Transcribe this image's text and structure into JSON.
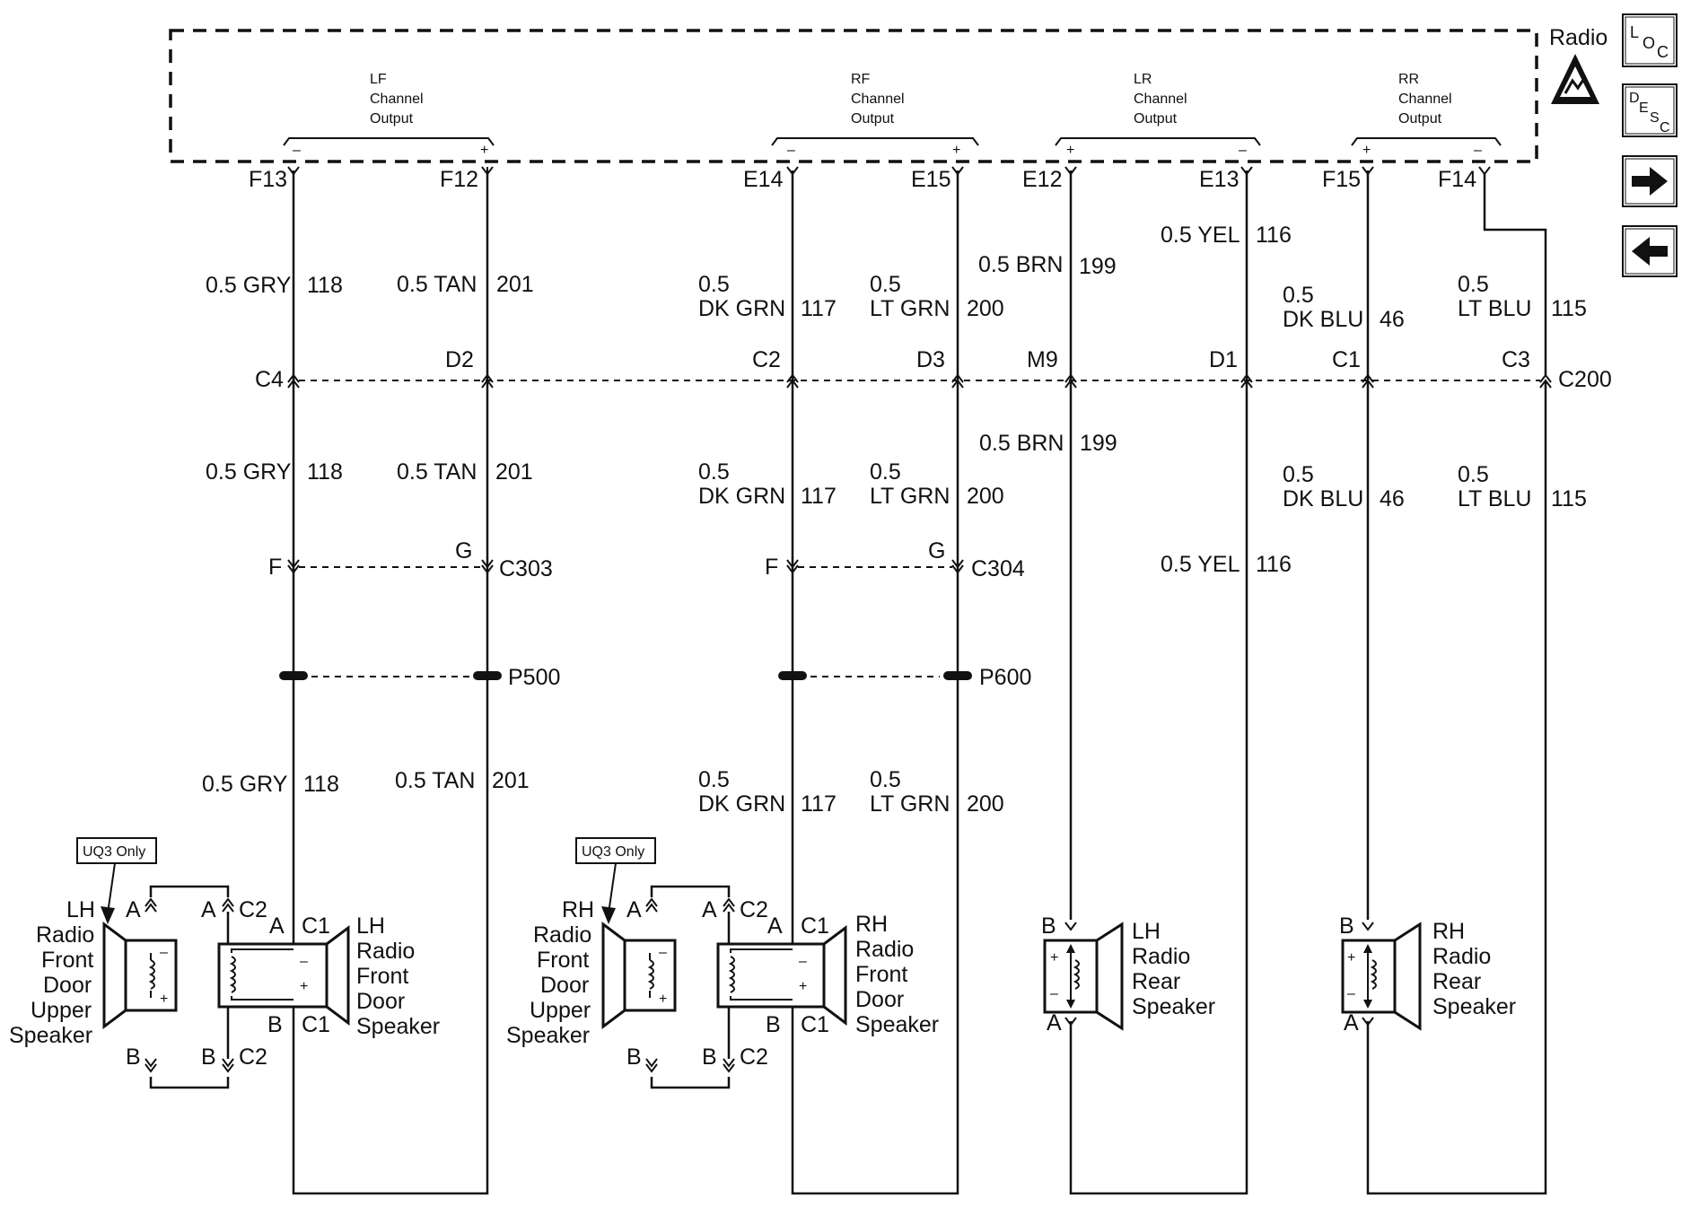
{
  "module": {
    "name": "Radio",
    "channels": [
      {
        "line1": "LF",
        "line2": "Channel",
        "line3": "Output",
        "left_sign": "–",
        "right_sign": "+"
      },
      {
        "line1": "RF",
        "line2": "Channel",
        "line3": "Output",
        "left_sign": "–",
        "right_sign": "+"
      },
      {
        "line1": "LR",
        "line2": "Channel",
        "line3": "Output",
        "left_sign": "+",
        "right_sign": "–"
      },
      {
        "line1": "RR",
        "line2": "Channel",
        "line3": "Output",
        "left_sign": "+",
        "right_sign": "–"
      }
    ]
  },
  "side_buttons": {
    "loc": {
      "a": "L",
      "b": "O",
      "c": "C"
    },
    "desc": {
      "a": "D",
      "b": "E",
      "c": "S",
      "d": "C"
    },
    "next_icon": "arrow-right-icon",
    "prev_icon": "arrow-left-icon",
    "esd_icon": "esd-warning-icon"
  },
  "pins": [
    "F13",
    "F12",
    "E14",
    "E15",
    "E12",
    "E13",
    "F15",
    "F14"
  ],
  "wires_top": [
    {
      "size": "0.5 GRY",
      "circuit": "118"
    },
    {
      "size": "0.5 TAN",
      "circuit": "201"
    },
    {
      "size": "0.5",
      "color": "DK GRN",
      "circuit": "117"
    },
    {
      "size": "0.5",
      "color": "LT GRN",
      "circuit": "200"
    },
    {
      "size": "0.5 BRN",
      "circuit": "199"
    },
    {
      "size": "0.5 YEL",
      "circuit": "116"
    },
    {
      "size": "0.5",
      "color": "DK BLU",
      "circuit": "46"
    },
    {
      "size": "0.5",
      "color": "LT BLU",
      "circuit": "115"
    }
  ],
  "c200": {
    "label": "C200",
    "pins": [
      "C4",
      "D2",
      "C2",
      "D3",
      "M9",
      "D1",
      "C1",
      "C3"
    ]
  },
  "wires_mid": [
    {
      "size": "0.5 GRY",
      "circuit": "118"
    },
    {
      "size": "0.5 TAN",
      "circuit": "201"
    },
    {
      "size": "0.5",
      "color": "DK GRN",
      "circuit": "117"
    },
    {
      "size": "0.5",
      "color": "LT GRN",
      "circuit": "200"
    },
    {
      "size": "0.5 BRN",
      "circuit": "199"
    },
    {
      "size": "0.5 YEL",
      "circuit": "116"
    },
    {
      "size": "0.5",
      "color": "DK BLU",
      "circuit": "46"
    },
    {
      "size": "0.5",
      "color": "LT BLU",
      "circuit": "115"
    }
  ],
  "connectors": {
    "c303": {
      "label": "C303",
      "pin_left": "F",
      "pin_right": "G"
    },
    "c304": {
      "label": "C304",
      "pin_left": "F",
      "pin_right": "G"
    },
    "p500": "P500",
    "p600": "P600"
  },
  "wires_low": [
    {
      "size": "0.5 GRY",
      "circuit": "118"
    },
    {
      "size": "0.5 TAN",
      "circuit": "201"
    },
    {
      "size": "0.5",
      "color": "DK GRN",
      "circuit": "117"
    },
    {
      "size": "0.5",
      "color": "LT GRN",
      "circuit": "200"
    }
  ],
  "option_tag": "UQ3 Only",
  "speaker_pins": {
    "a": "A",
    "b": "B",
    "c1": "C1",
    "c2": "C2",
    "plus": "+",
    "minus": "–"
  },
  "speakers": {
    "lh_upper": [
      "LH",
      "Radio",
      "Front",
      "Door",
      "Upper",
      "Speaker"
    ],
    "lh_front": [
      "LH",
      "Radio",
      "Front",
      "Door",
      "Speaker"
    ],
    "rh_upper": [
      "RH",
      "Radio",
      "Front",
      "Door",
      "Upper",
      "Speaker"
    ],
    "rh_front": [
      "RH",
      "Radio",
      "Front",
      "Door",
      "Speaker"
    ],
    "lh_rear": [
      "LH",
      "Radio",
      "Rear",
      "Speaker"
    ],
    "rh_rear": [
      "RH",
      "Radio",
      "Rear",
      "Speaker"
    ]
  }
}
